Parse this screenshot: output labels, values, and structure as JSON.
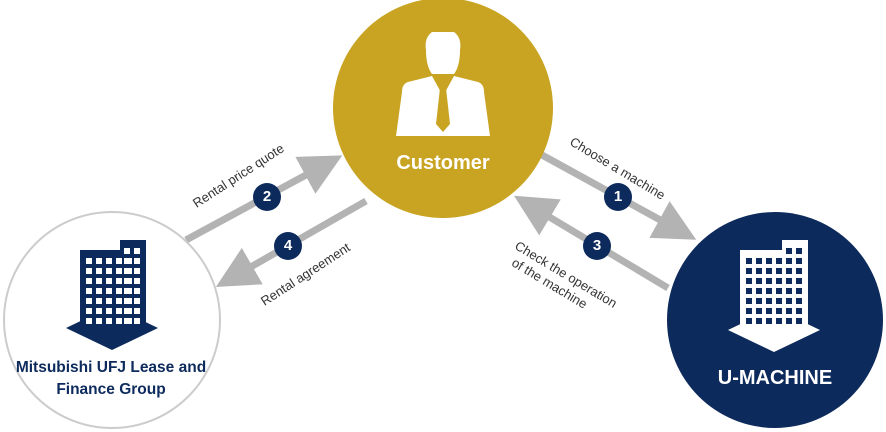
{
  "nodes": {
    "customer": {
      "label": "Customer",
      "color": "#c9a422"
    },
    "umachine": {
      "label": "U-MACHINE",
      "color": "#0d2a5c"
    },
    "mufg": {
      "label_line1": "Mitsubishi UFJ Lease and",
      "label_line2": "Finance Group",
      "color": "#ffffff"
    }
  },
  "steps": [
    {
      "number": "1",
      "label": "Choose a machine"
    },
    {
      "number": "2",
      "label": "Rental price quote"
    },
    {
      "number": "3",
      "label_line1": "Check the operation",
      "label_line2": "of the machine"
    },
    {
      "number": "4",
      "label": "Rental agreement"
    }
  ],
  "colors": {
    "arrow": "#b3b3b3",
    "badge": "#0d2a5c",
    "mufg_text": "#0d2a5c"
  },
  "icons": {
    "customer": "person-icon",
    "umachine": "building-icon",
    "mufg": "building-icon"
  }
}
